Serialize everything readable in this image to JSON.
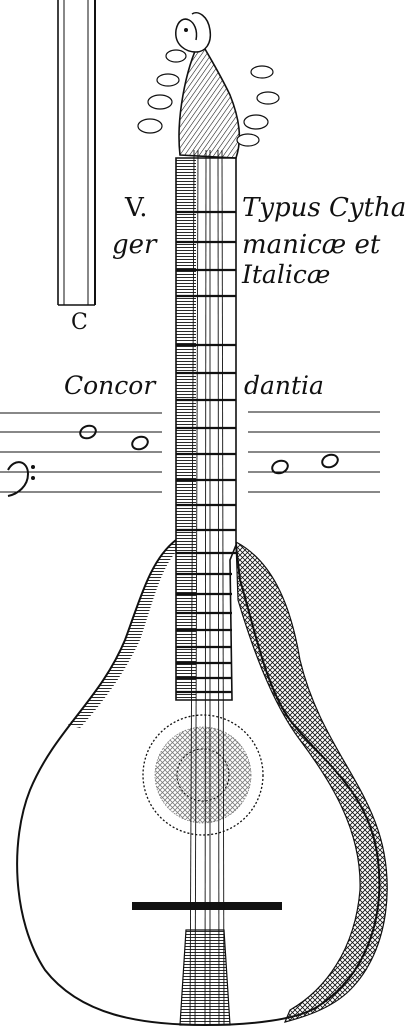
{
  "caption": {
    "numeral": "V.",
    "title_line1": "Typus Cythar",
    "left_line2": "ger",
    "right_line2": "manicæ et",
    "right_line3": "Italicæ",
    "concord_left": "Concor",
    "concord_right": "dantia"
  },
  "marker_letter": "C",
  "colors": {
    "ink": "#111111",
    "paper": "#ffffff"
  }
}
